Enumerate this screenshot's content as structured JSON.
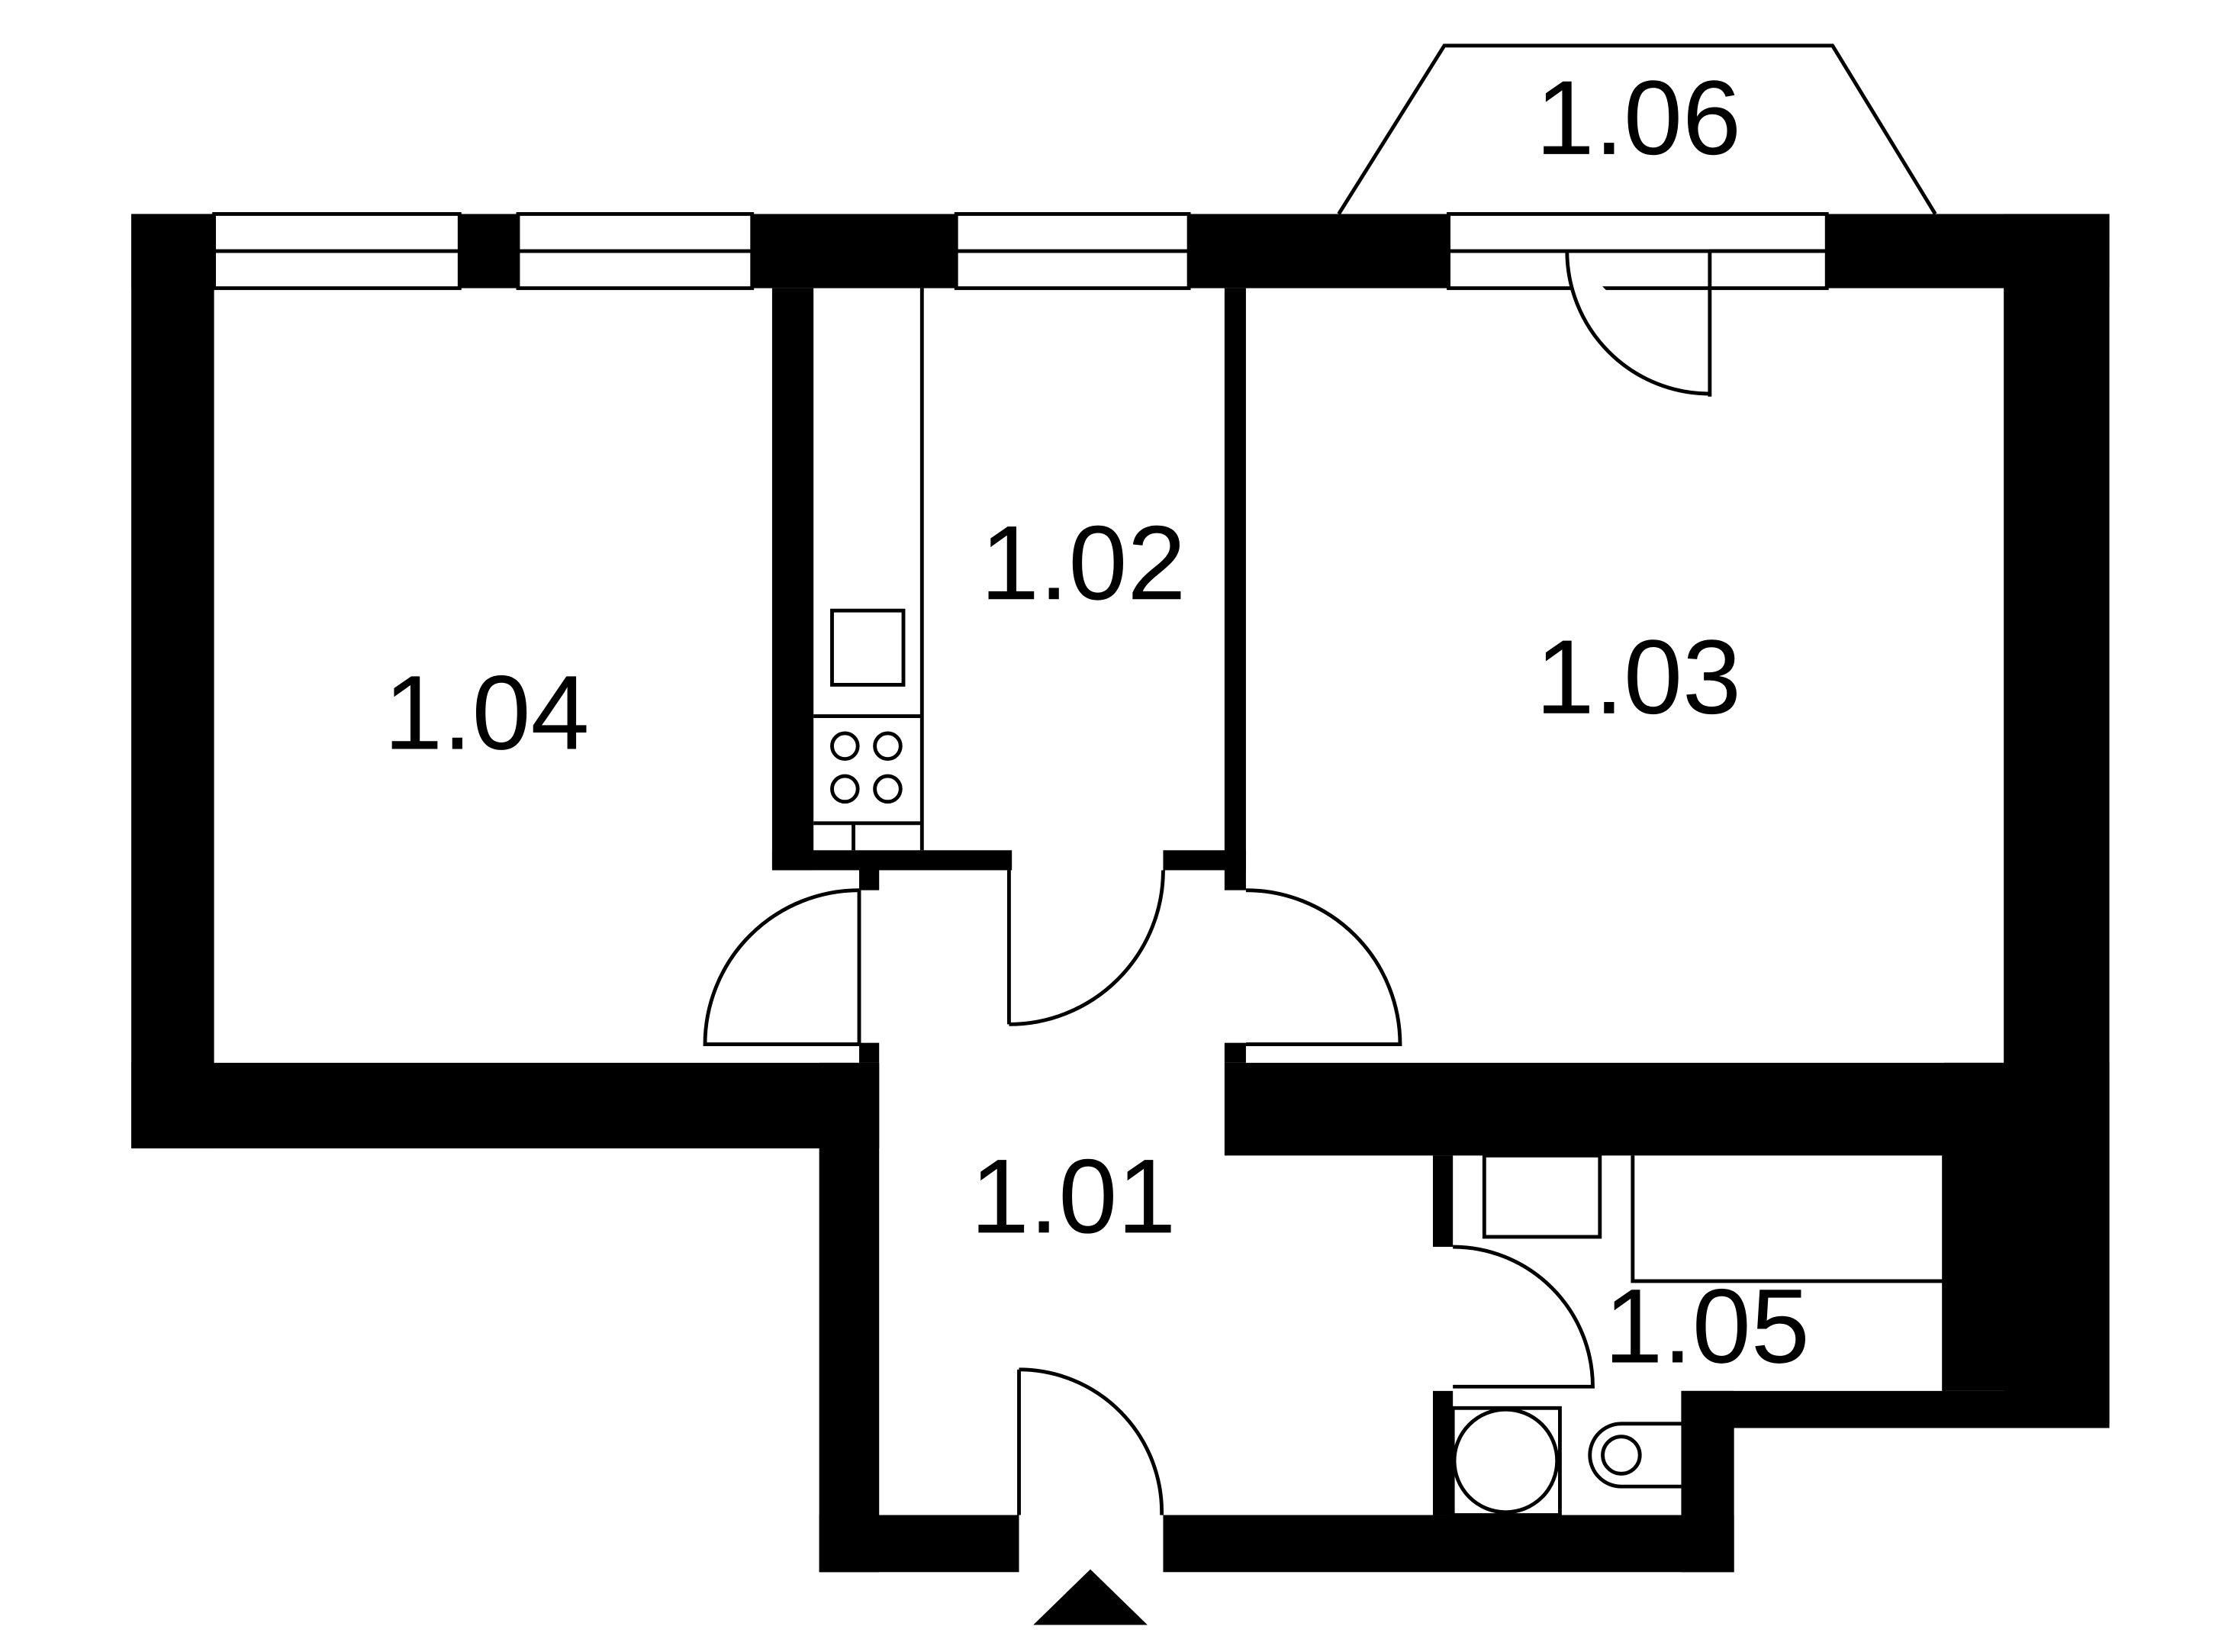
{
  "rooms": [
    {
      "id": "hall",
      "label": "1.01"
    },
    {
      "id": "kitchen",
      "label": "1.02"
    },
    {
      "id": "room-right",
      "label": "1.03"
    },
    {
      "id": "room-left",
      "label": "1.04"
    },
    {
      "id": "bathroom",
      "label": "1.05"
    },
    {
      "id": "balcony",
      "label": "1.06"
    }
  ],
  "colors": {
    "wall": "#000000",
    "background": "#ffffff",
    "line": "#000000"
  },
  "icons": [
    "entrance-arrow-icon",
    "stove-icon",
    "sink-icon",
    "toilet-icon",
    "washing-machine-icon"
  ]
}
